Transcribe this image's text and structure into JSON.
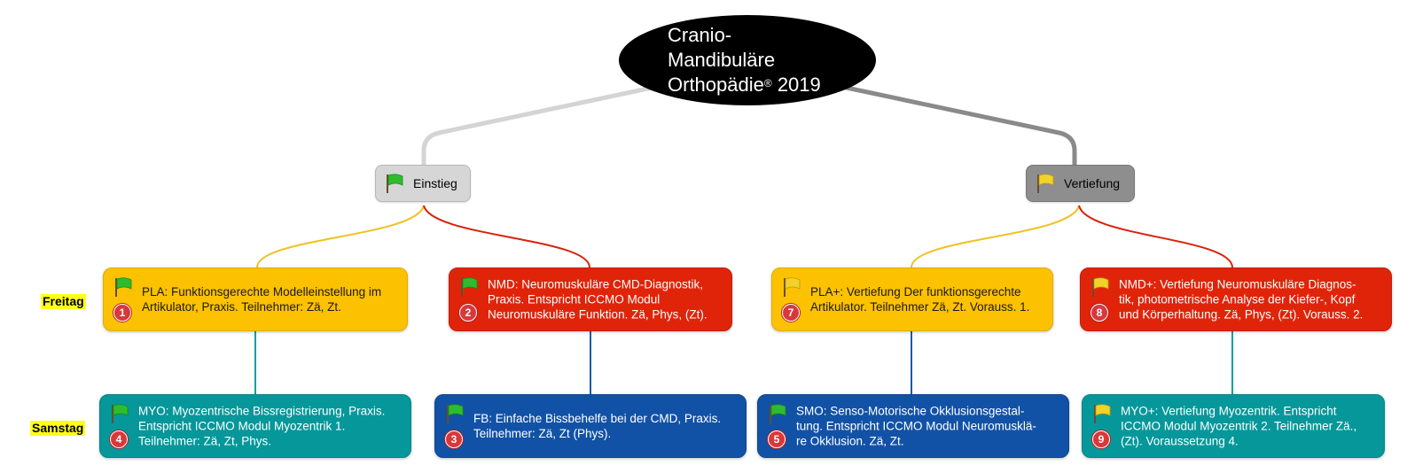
{
  "root": {
    "line1": "Cranio-Mandibuläre",
    "line2_main": "Orthopädie",
    "line2_sup": "®",
    "line2_year": " 2019"
  },
  "colors": {
    "yellow": "#fcc100",
    "red": "#e0240a",
    "teal": "#05979a",
    "blue": "#1252a6",
    "flag_green": "#2ebc2e",
    "flag_yellow": "#f2d22a",
    "number_badge": "#d9383a"
  },
  "branches": {
    "einstieg": {
      "label": "Einstieg",
      "icon": "green-flag-icon"
    },
    "vertiefung": {
      "label": "Vertiefung",
      "icon": "yellow-flag-icon"
    }
  },
  "rows": {
    "friday": "Freitag",
    "saturday": "Samstag"
  },
  "cards": {
    "pla": {
      "number": "1",
      "line1": "PLA: Funktionsgerechte Modelleinstellung im",
      "line2": "Artikulator, Praxis. Teilnehmer: Zä, Zt."
    },
    "nmd": {
      "number": "2",
      "line1": "NMD: Neuromuskuläre CMD-Diagnostik,",
      "line2": "Praxis. Entspricht ICCMO Modul",
      "line3": "Neuromuskuläre Funktion. Zä, Phys, (Zt)."
    },
    "pla_plus": {
      "number": "7",
      "line1": "PLA+: Vertiefung Der funktionsgerechte",
      "line2": "Artikulator. Teilnehmer Zä, Zt. Vorauss. 1."
    },
    "nmd_plus": {
      "number": "8",
      "line1": "NMD+: Vertiefung Neuromuskuläre Diagnos-",
      "line2": "tik, photometrische Analyse der Kiefer-, Kopf",
      "line3": "und Körperhaltung.  Zä, Phys, (Zt). Vorauss. 2."
    },
    "myo": {
      "number": "4",
      "line1": "MYO: Myozentrische Bissregistrierung, Praxis.",
      "line2": "Entspricht ICCMO Modul Myozentrik 1.",
      "line3": "Teilnehmer: Zä, Zt, Phys."
    },
    "fb": {
      "number": "3",
      "line1": "FB: Einfache Bissbehelfe bei der CMD, Praxis.",
      "line2": "Teilnehmer: Zä, Zt (Phys)."
    },
    "smo": {
      "number": "5",
      "line1": "SMO: Senso-Motorische Okklusionsgestal-",
      "line2": "tung. Entspricht ICCMO Modul Neuromusklä-",
      "line3": "re Okklusion. Zä, Zt."
    },
    "myo_plus": {
      "number": "9",
      "line1": "MYO+: Vertiefung Myozentrik. Entspricht",
      "line2": "ICCMO Modul Myozentrik 2. Teilnehmer Zä.,",
      "line3": "(Zt). Voraussetzung 4."
    }
  }
}
